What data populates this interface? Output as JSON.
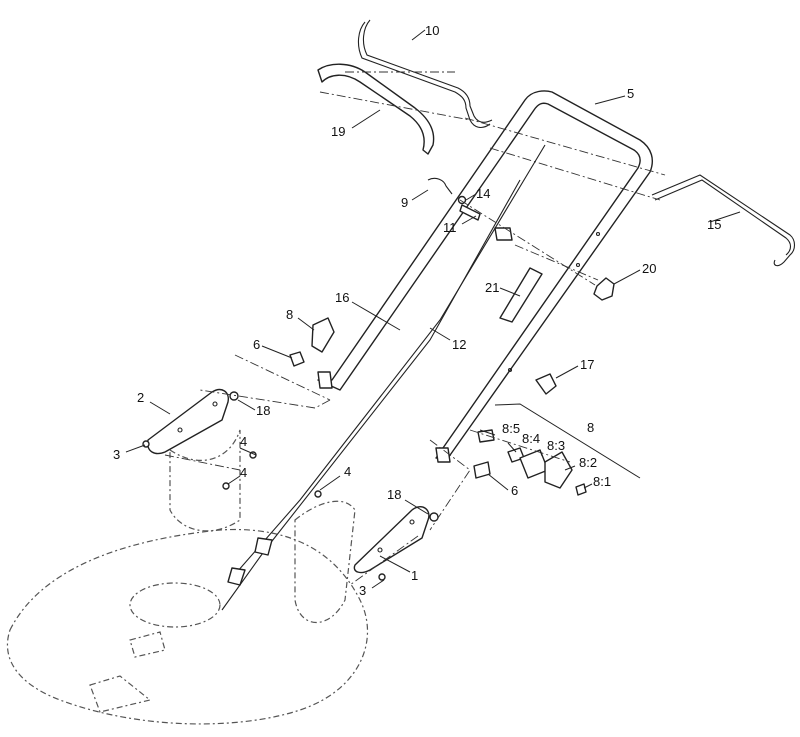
{
  "labels": [
    {
      "id": "10",
      "text": "10"
    },
    {
      "id": "5",
      "text": "5"
    },
    {
      "id": "19",
      "text": "19"
    },
    {
      "id": "9",
      "text": "9"
    },
    {
      "id": "14",
      "text": "14"
    },
    {
      "id": "11",
      "text": "11"
    },
    {
      "id": "15",
      "text": "15"
    },
    {
      "id": "20",
      "text": "20"
    },
    {
      "id": "21",
      "text": "21"
    },
    {
      "id": "16",
      "text": "16"
    },
    {
      "id": "8a",
      "text": "8"
    },
    {
      "id": "12",
      "text": "12"
    },
    {
      "id": "6a",
      "text": "6"
    },
    {
      "id": "17",
      "text": "17"
    },
    {
      "id": "2",
      "text": "2"
    },
    {
      "id": "18a",
      "text": "18"
    },
    {
      "id": "8b",
      "text": "8"
    },
    {
      "id": "8_5",
      "text": "8:5"
    },
    {
      "id": "8_4",
      "text": "8:4"
    },
    {
      "id": "8_3",
      "text": "8:3"
    },
    {
      "id": "8_2",
      "text": "8:2"
    },
    {
      "id": "8_1",
      "text": "8:1"
    },
    {
      "id": "3a",
      "text": "3"
    },
    {
      "id": "4a",
      "text": "4"
    },
    {
      "id": "4b",
      "text": "4"
    },
    {
      "id": "4c",
      "text": "4"
    },
    {
      "id": "6b",
      "text": "6"
    },
    {
      "id": "18b",
      "text": "18"
    },
    {
      "id": "1",
      "text": "1"
    },
    {
      "id": "3b",
      "text": "3"
    }
  ]
}
